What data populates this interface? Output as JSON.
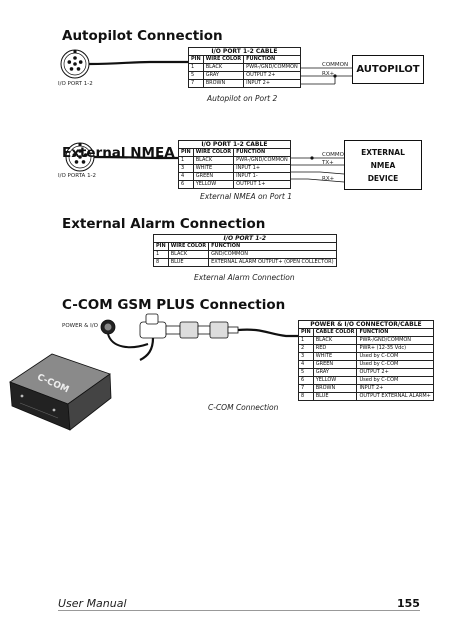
{
  "autopilot": {
    "heading": "Autopilot Connection",
    "port_label": "I/O PORT 1-2",
    "table_title": "I/O PORT 1-2 CABLE",
    "headers": [
      "PIN",
      "WIRE COLOR",
      "FUNCTION"
    ],
    "rows": [
      [
        "1",
        "BLACK",
        "PWR-/GND/COMMON"
      ],
      [
        "5",
        "GRAY",
        "OUTPUT 2+"
      ],
      [
        "7",
        "BROWN",
        "INPUT 2+"
      ]
    ],
    "wire_labels": [
      "COMMON",
      "RX+"
    ],
    "device": "AUTOPILOT",
    "caption": "Autopilot on Port  2"
  },
  "nmea": {
    "heading": "External NMEA Connection",
    "port_label": "I/O PORTA 1-2",
    "table_title": "I/O PORT 1-2 CABLE",
    "headers": [
      "PIN",
      "WIRE COLOR",
      "FUNCTION"
    ],
    "rows": [
      [
        "1",
        "BLACK",
        "PWR-/GND/COMMON"
      ],
      [
        "3",
        "WHITE",
        "INPUT 1+"
      ],
      [
        "4",
        "GREEN",
        "INPUT 1-"
      ],
      [
        "6",
        "YELLOW",
        "OUTPUT 1+"
      ]
    ],
    "wire_labels": [
      "COMMON",
      "TX+",
      "RX+"
    ],
    "device": "EXTERNAL NMEA DEVICE",
    "caption": "External NMEA on Port 1"
  },
  "alarm": {
    "heading": "External Alarm Connection",
    "table_title": "I/O PORT 1-2",
    "headers": [
      "PIN",
      "WIRE COLOR",
      "FUNCTION"
    ],
    "rows": [
      [
        "1",
        "BLACK",
        "GND/COMMON"
      ],
      [
        "8",
        "BLUE",
        "EXTERNAL ALARM OUTPUT+ (OPEN COLLECTOR)"
      ]
    ],
    "caption": "External Alarm Connection"
  },
  "ccom": {
    "heading": "C-COM GSM PLUS Connection",
    "port_label": "POWER & I/O",
    "device_logo": "C-COM",
    "table_title": "POWER & I/O CONNECTOR/CABLE",
    "headers": [
      "PIN",
      "CABLE COLOR",
      "FUNCTION"
    ],
    "rows": [
      [
        "1",
        "BLACK",
        "PWR-/GND/COMMON"
      ],
      [
        "2",
        "RED",
        "PWR+ (12-35 Vdc)"
      ],
      [
        "3",
        "WHITE",
        "Used by C-COM"
      ],
      [
        "4",
        "GREEN",
        "Used by C-COM"
      ],
      [
        "5",
        "GRAY",
        "OUTPUT 2+"
      ],
      [
        "6",
        "YELLOW",
        "Used by C-COM"
      ],
      [
        "7",
        "BROWN",
        "INPUT 2+"
      ],
      [
        "8",
        "BLUE",
        "OUTPUT EXTERNAL ALARM+"
      ]
    ],
    "caption": "C-COM Connection"
  },
  "footer": {
    "left": "User Manual",
    "page": "155"
  }
}
